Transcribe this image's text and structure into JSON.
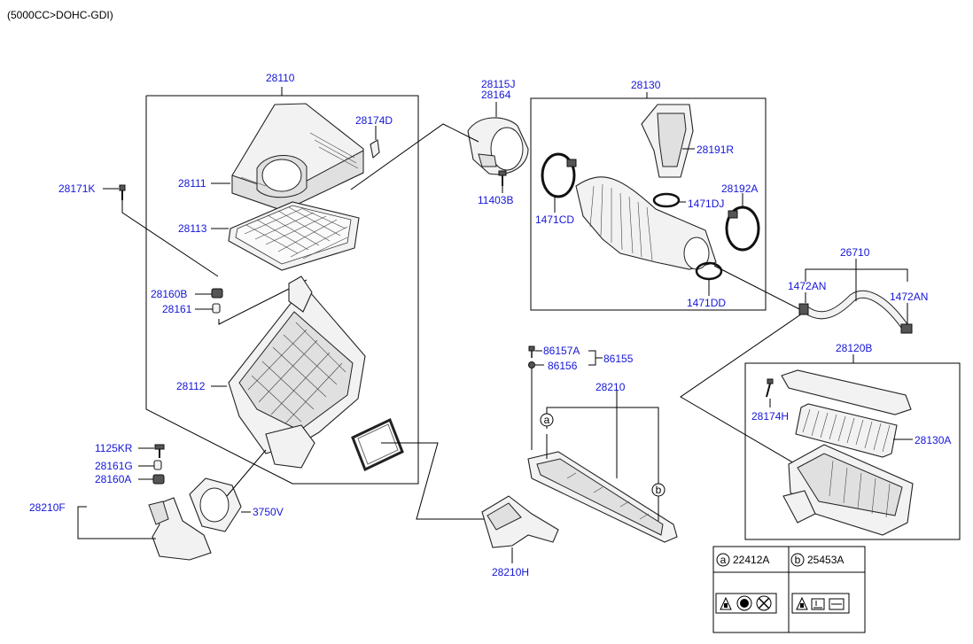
{
  "header": {
    "engine": "(5000CC>DOHC-GDI)"
  },
  "labels": {
    "p28110": "28110",
    "p28174D": "28174D",
    "p28111": "28111",
    "p28113": "28113",
    "p28171K": "28171K",
    "p28160B": "28160B",
    "p28161": "28161",
    "p28112": "28112",
    "p1125KR": "1125KR",
    "p28161G": "28161G",
    "p28160A": "28160A",
    "p28210F": "28210F",
    "p3750V": "3750V",
    "p28115J": "28115J",
    "p28164": "28164",
    "p11403B": "11403B",
    "p28130": "28130",
    "p28191R": "28191R",
    "p1471CD": "1471CD",
    "p1471DJ": "1471DJ",
    "p28192A": "28192A",
    "p1471DD": "1471DD",
    "p26710": "26710",
    "p1472AN_l": "1472AN",
    "p1472AN_r": "1472AN",
    "p86157A": "86157A",
    "p86156": "86156",
    "p86155": "86155",
    "p28210": "28210",
    "p28210H": "28210H",
    "p28120B": "28120B",
    "p28174H": "28174H",
    "p28130A": "28130A"
  },
  "callouts": {
    "a": "a",
    "b": "b"
  },
  "legend": {
    "a_letter": "a",
    "a_code": "22412A",
    "b_letter": "b",
    "b_code": "25453A"
  }
}
